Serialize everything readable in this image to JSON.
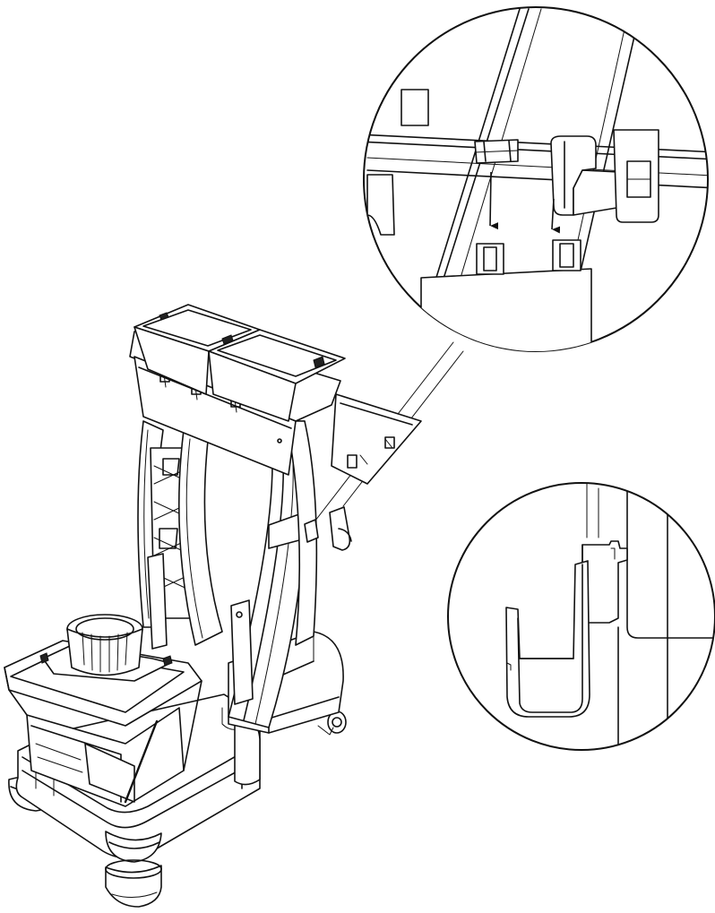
{
  "figure": {
    "type": "assembly-instruction-drawing",
    "subject": "cleaning trolley with buckets and detail callouts",
    "background_color": "#ffffff",
    "line_color": "#111111",
    "callouts": [
      {
        "id": "top-detail",
        "shape": "circle",
        "shows": "bracket slots with hook tabs and two downward arrows"
      },
      {
        "id": "bottom-detail",
        "shape": "circle",
        "shows": "J-shaped hanger hook seated on bracket"
      }
    ],
    "arrow_count": 2,
    "visible_text": []
  }
}
